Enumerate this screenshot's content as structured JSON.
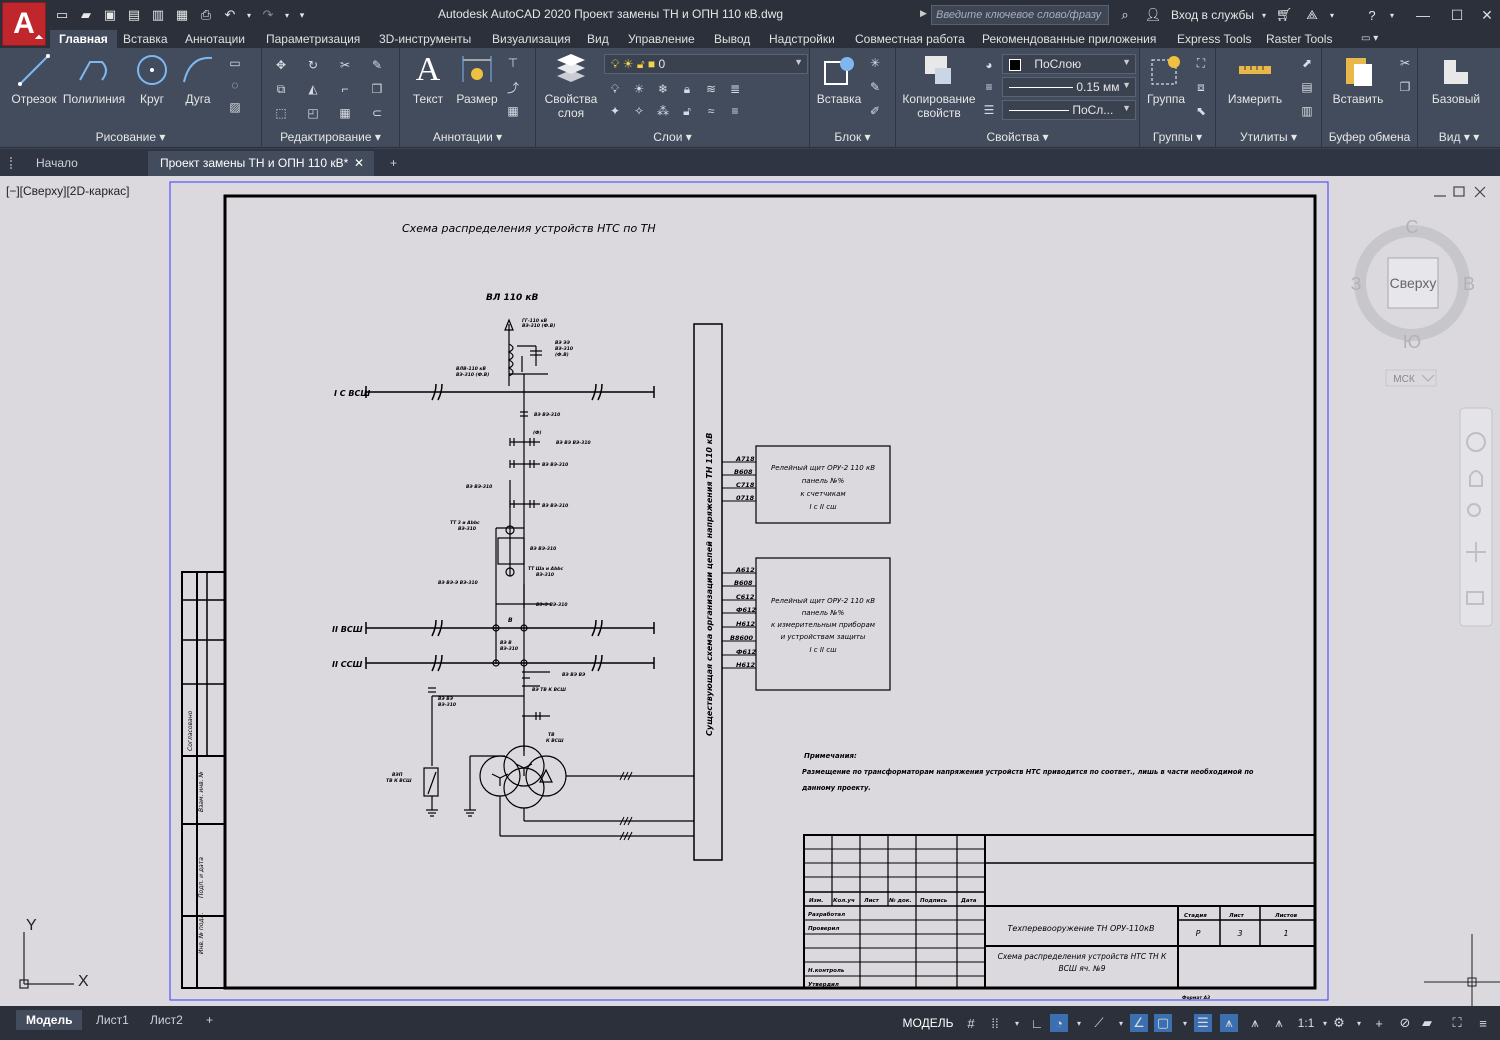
{
  "app": {
    "title": "Autodesk AutoCAD 2020   Проект замены ТН и ОПН 110 кВ.dwg",
    "logo_letter": "A",
    "search_placeholder": "Введите ключевое слово/фразу",
    "login_label": "Вход в службы"
  },
  "ribbon_tabs": [
    "Главная",
    "Вставка",
    "Аннотации",
    "Параметризация",
    "3D-инструменты",
    "Визуализация",
    "Вид",
    "Управление",
    "Вывод",
    "Надстройки",
    "Совместная работа",
    "Рекомендованные приложения",
    "Express Tools",
    "Raster Tools"
  ],
  "ribbon": {
    "draw": {
      "title": "Рисование",
      "line": "Отрезок",
      "polyline": "Полилиния",
      "circle": "Круг",
      "arc": "Дуга"
    },
    "modify": {
      "title": "Редактирование"
    },
    "annotation": {
      "title": "Аннотации",
      "text": "Текст",
      "dimension": "Размер"
    },
    "layers": {
      "title": "Слои",
      "layer_props": "Свойства слоя",
      "layer_value": "0"
    },
    "block": {
      "title": "Блок",
      "insert": "Вставка"
    },
    "properties": {
      "title": "Свойства",
      "match": "Копирование свойств",
      "color": "ПоСлою",
      "lineweight": "0.15 мм",
      "linetype": "ПоСл..."
    },
    "groups": {
      "title": "Группы",
      "group": "Группа"
    },
    "utilities": {
      "title": "Утилиты",
      "measure": "Измерить"
    },
    "clipboard": {
      "title": "Буфер обмена",
      "paste": "Вставить"
    },
    "view": {
      "title": "Вид",
      "base": "Базовый"
    }
  },
  "doc_tabs": {
    "start": "Начало",
    "current": "Проект замены ТН и ОПН 110 кВ*",
    "add": "+"
  },
  "viewport": {
    "label": "[−][Сверху][2D-каркас]",
    "viewcube": {
      "top": "Сверху",
      "n": "С",
      "s": "Ю",
      "w": "З",
      "e": "В",
      "ucs": "МСК"
    },
    "ucs_x": "X",
    "ucs_y": "Y"
  },
  "drawing": {
    "title": "Схема распределения устройств НТС по ТН",
    "line_label": "ВЛ 110 кВ",
    "bus1": "I С ВСШ",
    "bus2": "II ВСШ",
    "bus3": "II ССШ",
    "cabinet": "Существующая схема организации цепей напряжения ТН 110 кВ",
    "box1": [
      "Релейный щит ОРУ-2 110 кВ",
      "панель №%",
      "к счетчикам",
      "I с II сш"
    ],
    "box2": [
      "Релейный щит ОРУ-2 110 кВ",
      "панель №%",
      "к измерительным приборам",
      "и устройствам защиты",
      "I с II сш"
    ],
    "box1_wires": [
      "А718",
      "В608",
      "С718",
      "0718"
    ],
    "box2_wires": [
      "А612",
      "В608",
      "С612",
      "Ф612",
      "Н612",
      "В8600",
      "Ф612",
      "Н612"
    ],
    "notes_title": "Примечания:",
    "notes_text": "Размещение по трансформаторам напряжения устройств НТС приводится по соответ., лишь в части необходимой по данному проекту.",
    "stamp": {
      "header_cols": [
        "Изм.",
        "Кол.уч",
        "Лист",
        "№ док.",
        "Подпись",
        "Дата"
      ],
      "roles": [
        "Разработал",
        "Проверил",
        "Н.контроль",
        "Утвердил"
      ],
      "project": "Техперевооружение ТН ОРУ-110кВ",
      "sheet_title": "Схема распределения устройств НТС ТН К ВСШ яч. №9",
      "stage_h": "Стадия",
      "sheet_h": "Лист",
      "sheets_h": "Листов",
      "stage": "Р",
      "sheet": "3",
      "sheets": "1",
      "format": "Формат А3"
    },
    "side_stamp": [
      "Взам. инв. №",
      "Подп. и дата",
      "Инв. № подл.",
      "Согласовано"
    ]
  },
  "status": {
    "tabs": [
      "Модель",
      "Лист1",
      "Лист2"
    ],
    "add": "+",
    "model": "МОДЕЛЬ",
    "scale": "1:1"
  }
}
